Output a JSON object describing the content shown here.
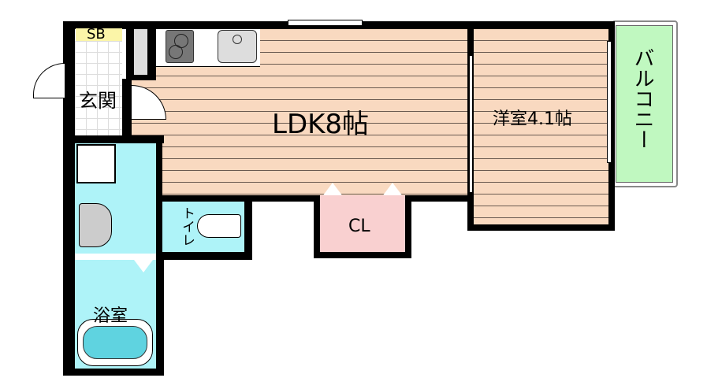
{
  "rooms": {
    "ldk": "LDK8帖",
    "western": "洋室4.1帖",
    "balcony": "バルコニー",
    "entrance": "玄関",
    "shoe_box": "SB",
    "closet": "CL",
    "toilet": "トイレ",
    "bath": "浴室"
  },
  "colors": {
    "floor": "#f9d9c0",
    "wet_area": "#aef3f8",
    "closet": "#f9d0d0",
    "balcony": "#c0f8c0",
    "shoe_box": "#fbf5a8"
  }
}
